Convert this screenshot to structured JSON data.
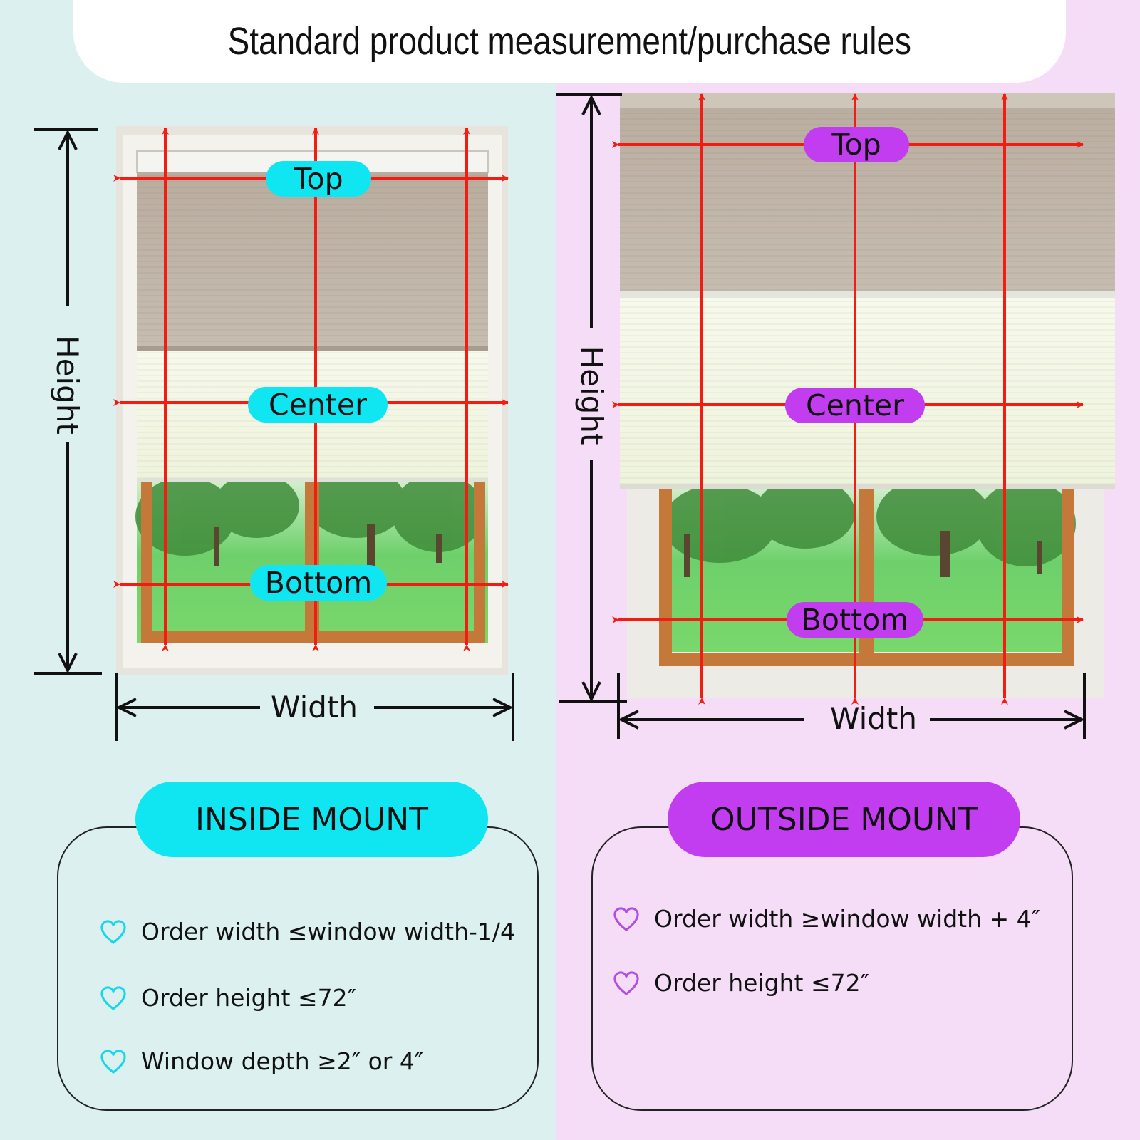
{
  "title": "Standard product measurement/purchase rules",
  "colors": {
    "inside_bg": "#dcf0f0",
    "outside_bg": "#f5dcf7",
    "inside_accent": "#10e6f2",
    "outside_accent": "#c23df0",
    "arrow": "#f21c12",
    "inside_heart": "#17d8ea",
    "outside_heart": "#b24ee0"
  },
  "inside": {
    "labels": {
      "top": "Top",
      "center": "Center",
      "bottom": "Bottom",
      "height": "Height",
      "width": "Width"
    },
    "mount": "INSIDE MOUNT",
    "rules": [
      "Order width ≤window width-1/4",
      "Order height ≤72″",
      "Window depth ≥2″  or  4″"
    ]
  },
  "outside": {
    "labels": {
      "top": "Top",
      "center": "Center",
      "bottom": "Bottom",
      "height": "Height",
      "width": "Width"
    },
    "mount": "OUTSIDE MOUNT",
    "rules": [
      "Order width ≥window width + 4″",
      "Order height ≤72″"
    ]
  },
  "icons": {
    "bullet": "heart-outline-icon"
  }
}
